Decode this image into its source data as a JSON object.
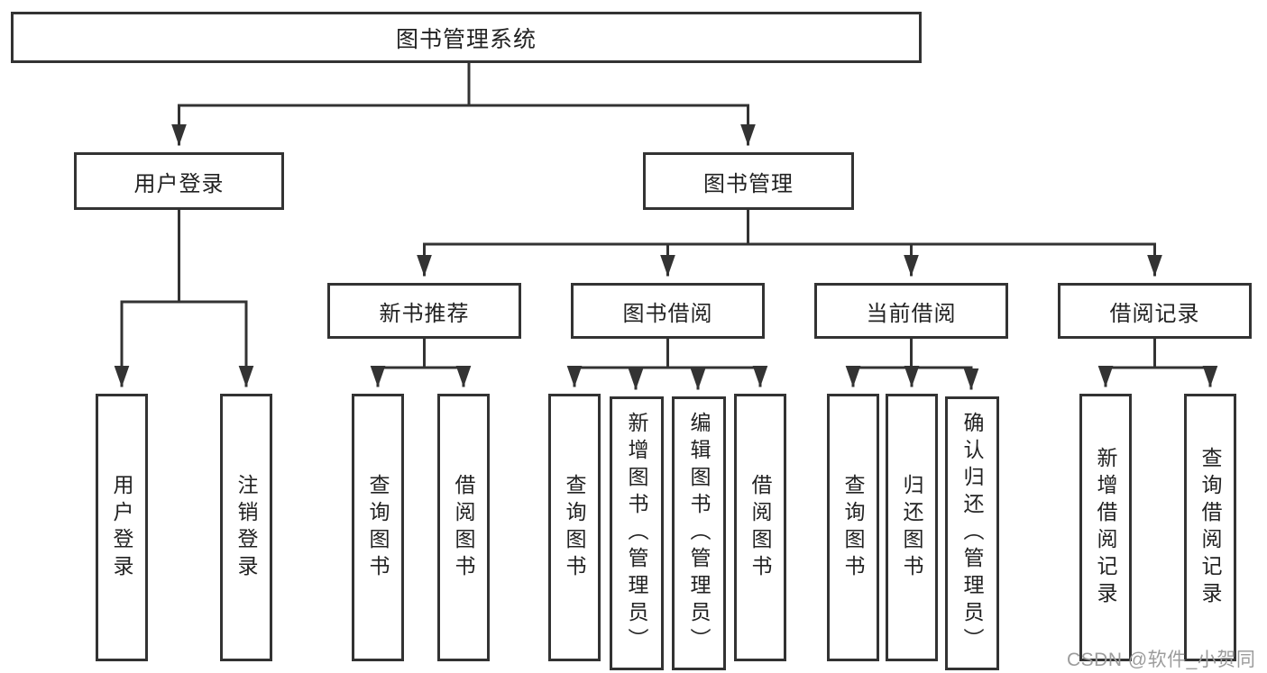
{
  "colors": {
    "line": "#333333",
    "text": "#222222",
    "node_bg": "#ffffff",
    "watermark": "#9c9c9c",
    "background": "#ffffff"
  },
  "watermark": {
    "text": "CSDN @软件_小贺同学"
  },
  "tree": {
    "root_label": "图书管理系统",
    "branches": [
      {
        "label": "用户登录",
        "leaves": [
          "用户登录",
          "注销登录"
        ]
      },
      {
        "label": "图书管理",
        "groups": [
          {
            "label": "新书推荐",
            "leaves": [
              "查询图书",
              "借阅图书"
            ]
          },
          {
            "label": "图书借阅",
            "leaves": [
              "查询图书",
              "新增图书（管理员）",
              "编辑图书（管理员）",
              "借阅图书"
            ]
          },
          {
            "label": "当前借阅",
            "leaves": [
              "查询图书",
              "归还图书",
              "确认归还（管理员）"
            ]
          },
          {
            "label": "借阅记录",
            "leaves": [
              "新增借阅记录",
              "查询借阅记录"
            ]
          }
        ]
      }
    ]
  }
}
